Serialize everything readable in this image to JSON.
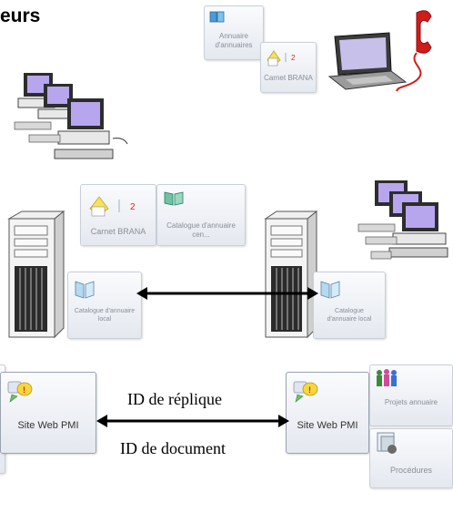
{
  "heading": "eurs",
  "top_icons": {
    "annuaire_label": "Annuaire d'annuaires",
    "carnet_label": "Carnet BRANA"
  },
  "middle_icons": {
    "carnet_label": "Carnet BRANA",
    "catalogue_label": "Catalogue d'annuaire cen...",
    "replica_left_label": "Catalogue d'annuaire local",
    "replica_right_label": "Catalogue d'annuaire local"
  },
  "bottom": {
    "site_left_label": "Site Web PMI",
    "site_right_label": "Site Web PMI",
    "replica_id_label": "ID de réplique",
    "document_id_label": "ID de document",
    "projects_label": "Projets annuaire",
    "procedures_label": "Procédures"
  },
  "colors": {
    "screen": "#b7a6ee",
    "case": "#e8e8e8",
    "phone": "#d21b1b",
    "tile_border": "#c9cfd8"
  }
}
